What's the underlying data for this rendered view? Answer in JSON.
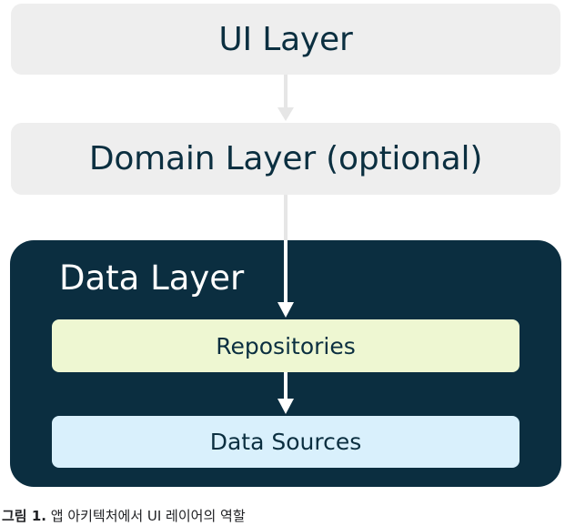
{
  "diagram": {
    "ui_layer": {
      "label": "UI Layer"
    },
    "domain_layer": {
      "label": "Domain Layer (optional)"
    },
    "data_layer": {
      "label": "Data Layer",
      "repositories": {
        "label": "Repositories"
      },
      "data_sources": {
        "label": "Data Sources"
      }
    }
  },
  "caption": {
    "label": "그림 1.",
    "text": "앱 아키텍처에서 UI 레이어의 역할"
  },
  "colors": {
    "light_box": "#eeeeee",
    "dark_navy": "#0b2e40",
    "repositories_bg": "#eef7d2",
    "data_sources_bg": "#d9f0fc",
    "arrow_light": "#e6e6e6",
    "arrow_white": "#ffffff"
  }
}
